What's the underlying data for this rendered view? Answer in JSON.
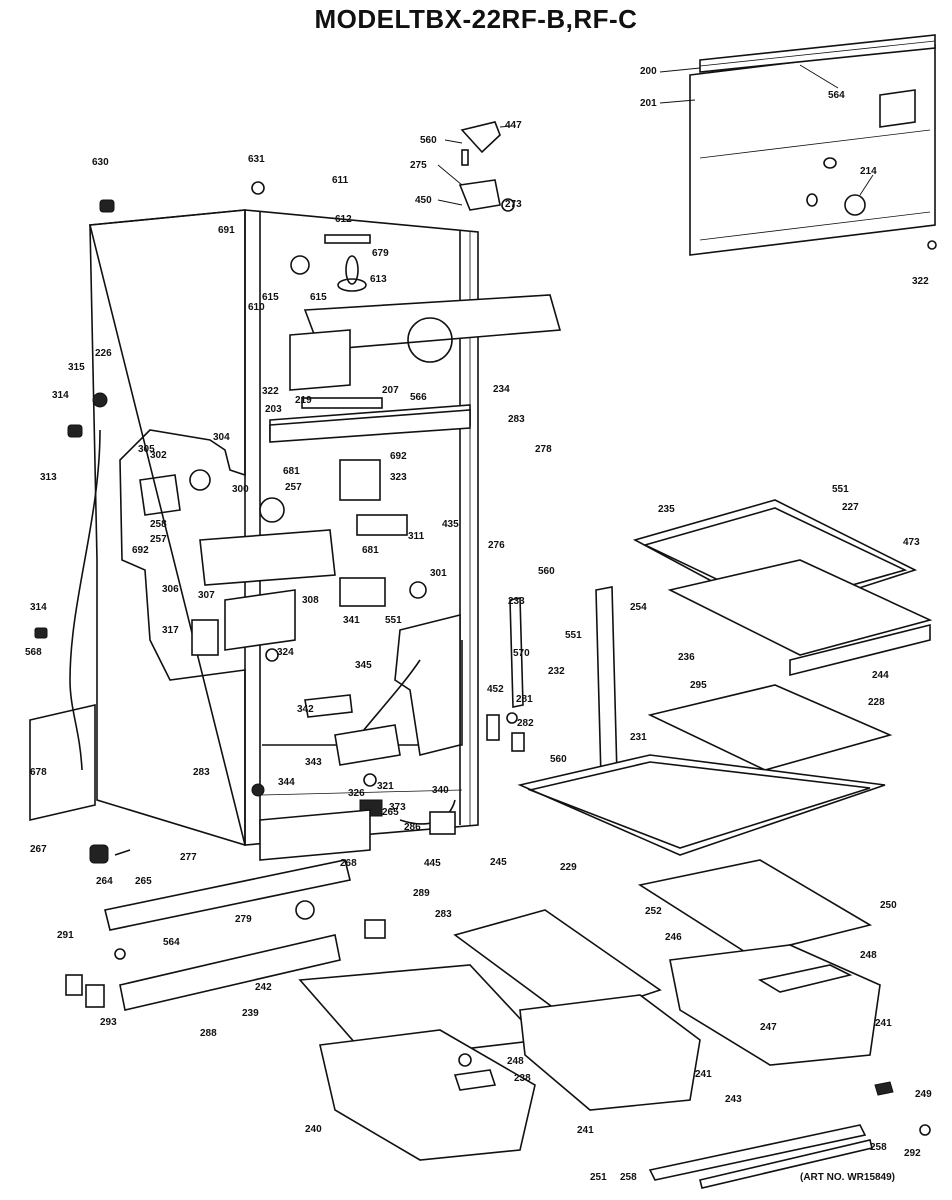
{
  "title": "MODELTBX-22RF-B,RF-C",
  "art_no": "(ART NO. WR15849)",
  "part_labels": [
    "200",
    "201",
    "564",
    "214",
    "322",
    "447",
    "560",
    "275",
    "450",
    "273",
    "630",
    "631",
    "611",
    "612",
    "691",
    "679",
    "613",
    "615",
    "610",
    "615",
    "226",
    "315",
    "314",
    "313",
    "314",
    "568",
    "678",
    "267",
    "322",
    "207",
    "219",
    "203",
    "566",
    "234",
    "283",
    "278",
    "276",
    "560",
    "305",
    "302",
    "304",
    "300",
    "257",
    "681",
    "692",
    "323",
    "435",
    "311",
    "258",
    "257",
    "692",
    "306",
    "681",
    "307",
    "308",
    "301",
    "317",
    "324",
    "341",
    "551",
    "345",
    "342",
    "343",
    "283",
    "344",
    "326",
    "321",
    "373",
    "340",
    "265",
    "286",
    "268",
    "445",
    "235",
    "551",
    "227",
    "473",
    "254",
    "236",
    "244",
    "295",
    "228",
    "231",
    "229",
    "233",
    "570",
    "551",
    "232",
    "452",
    "281",
    "282",
    "560",
    "264",
    "265",
    "277",
    "279",
    "289",
    "564",
    "291",
    "293",
    "288",
    "245",
    "283",
    "252",
    "246",
    "250",
    "248",
    "247",
    "241",
    "242",
    "239",
    "248",
    "238",
    "240",
    "241",
    "251",
    "243",
    "241",
    "249",
    "258",
    "258",
    "292"
  ]
}
